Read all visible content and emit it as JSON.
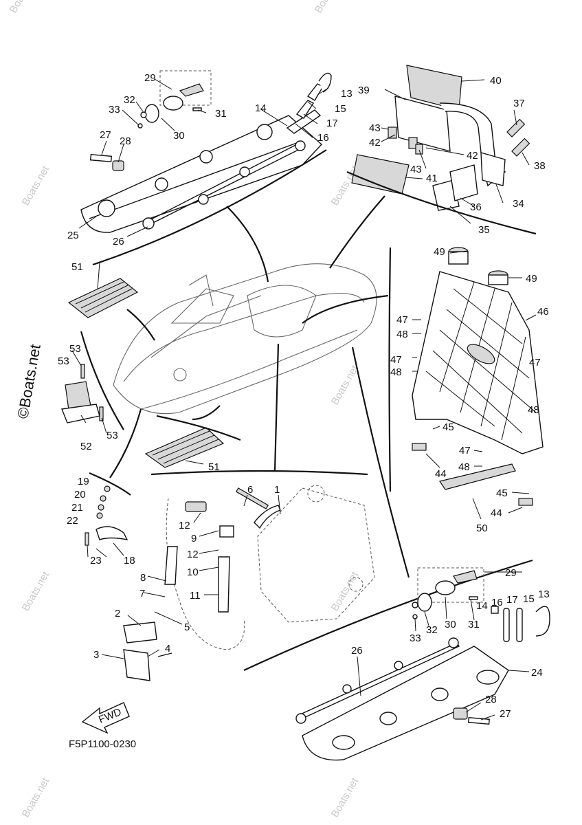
{
  "diagram": {
    "code": "F5P1100-0230",
    "fwd_label": "FWD",
    "watermark": "©Boats.net",
    "watermark_small": "Boats.net",
    "callouts": [
      "1",
      "2",
      "3",
      "4",
      "5",
      "6",
      "7",
      "8",
      "9",
      "10",
      "11",
      "12",
      "13",
      "14",
      "15",
      "16",
      "17",
      "18",
      "19",
      "20",
      "21",
      "22",
      "23",
      "24",
      "25",
      "26",
      "27",
      "28",
      "29",
      "30",
      "31",
      "32",
      "33",
      "34",
      "35",
      "36",
      "37",
      "38",
      "39",
      "40",
      "41",
      "42",
      "43",
      "44",
      "45",
      "46",
      "47",
      "48",
      "49",
      "50",
      "51",
      "52",
      "53"
    ]
  }
}
